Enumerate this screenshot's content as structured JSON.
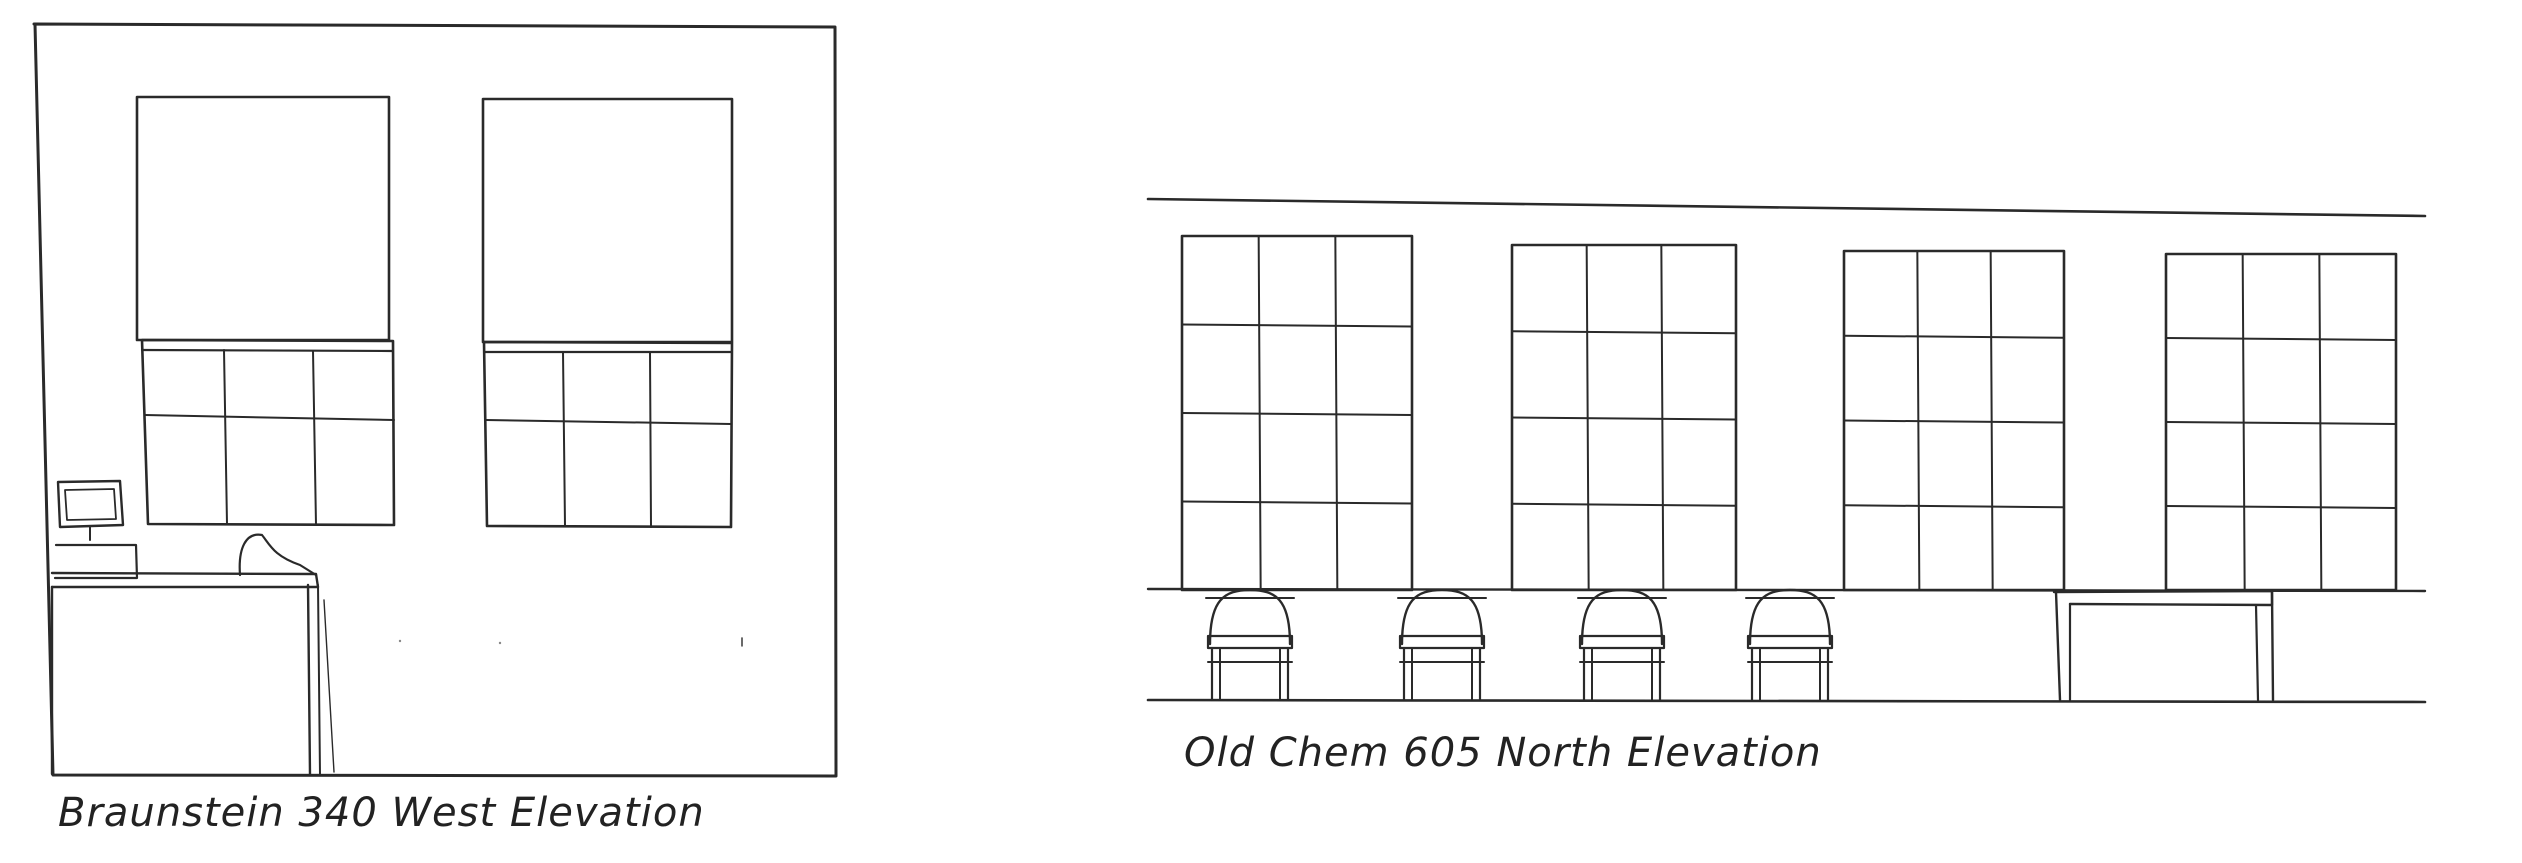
{
  "drawings": [
    {
      "id": "braunstein",
      "caption": "Braunstein 340 West Elevation",
      "windows": [
        {
          "upper_panes": 1,
          "lower_cols": 3,
          "lower_rows": 2
        },
        {
          "upper_panes": 1,
          "lower_cols": 3,
          "lower_rows": 2
        }
      ],
      "furniture": [
        "desk",
        "monitor",
        "lamp"
      ]
    },
    {
      "id": "old-chem",
      "caption": "Old Chem 605 North Elevation",
      "windows": [
        {
          "cols": 3,
          "rows": 4
        },
        {
          "cols": 3,
          "rows": 4
        },
        {
          "cols": 3,
          "rows": 4
        },
        {
          "cols": 3,
          "rows": 4
        }
      ],
      "chairs": 4,
      "tables": 1
    }
  ],
  "colors": {
    "ink": "#2a2a2a",
    "paper": "#ffffff"
  }
}
